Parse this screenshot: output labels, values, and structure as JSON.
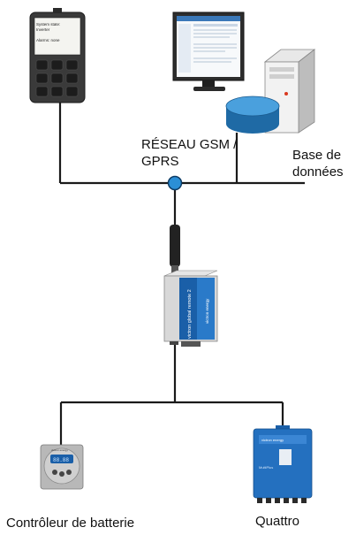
{
  "network_label": "RÉSEAU GSM / GPRS",
  "network_label_lines": [
    "RÉSEAU GSM /",
    "GPRS"
  ],
  "database_label_lines": [
    "Base de",
    "données"
  ],
  "battery_monitor_label": "Contrôleur de batterie",
  "quattro_label": "Quattro",
  "phone_screen_lines": [
    "System state:",
    "Inverter",
    "Alarms: none"
  ],
  "device_texts": {
    "gateway_brand": "victron global remote 2",
    "gateway_logo": "victron energy",
    "battery_monitor_brand": "victron energy",
    "quattro_brand": "victron energy",
    "quattro_name": "MultiPlus"
  },
  "colors": {
    "line": "#1a1a1a",
    "node": "#2b8fd6",
    "victron_blue": "#1a5fa8",
    "database_cylinder": "#2f7fbf"
  }
}
